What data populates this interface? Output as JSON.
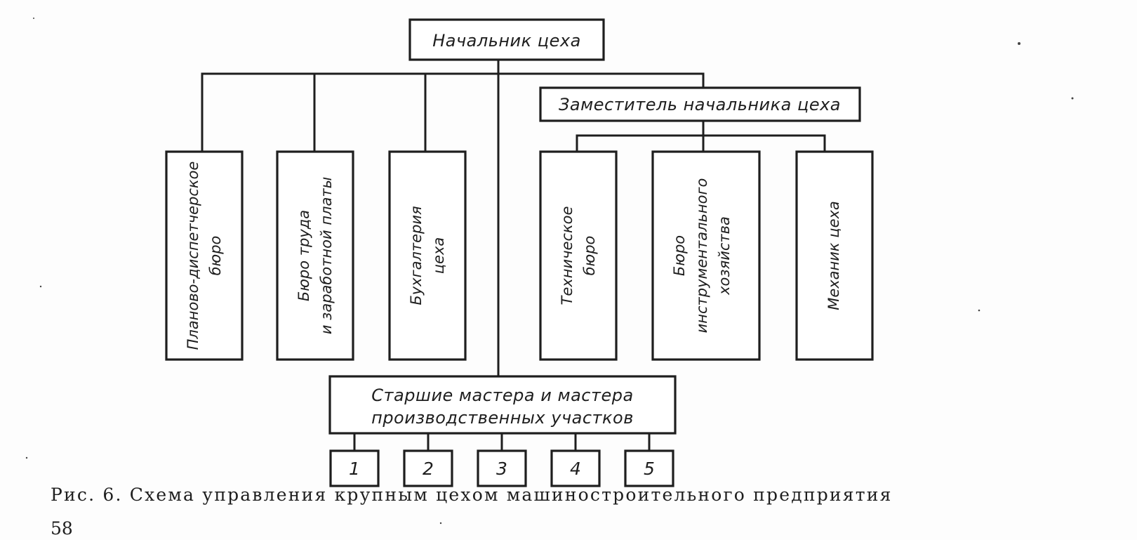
{
  "diagram": {
    "head": "Начальник цеха",
    "deputy": "Заместитель начальника цеха",
    "left_departments": [
      [
        "Планово-диспетчерское",
        "бюро"
      ],
      [
        "Бюро труда",
        "и заработной платы"
      ],
      [
        "Бухгалтерия",
        "цеха"
      ]
    ],
    "deputy_departments": [
      [
        "Техническое",
        "бюро"
      ],
      [
        "Бюро",
        "инструментального",
        "хозяйства"
      ],
      [
        "Механик цеха"
      ]
    ],
    "masters": [
      "Старшие мастера и мастера",
      "производственных участков"
    ],
    "sections": [
      "1",
      "2",
      "3",
      "4",
      "5"
    ]
  },
  "caption": "Рис. 6. Схема управления крупным цехом машиностроительного предприятия",
  "page_number": "58"
}
